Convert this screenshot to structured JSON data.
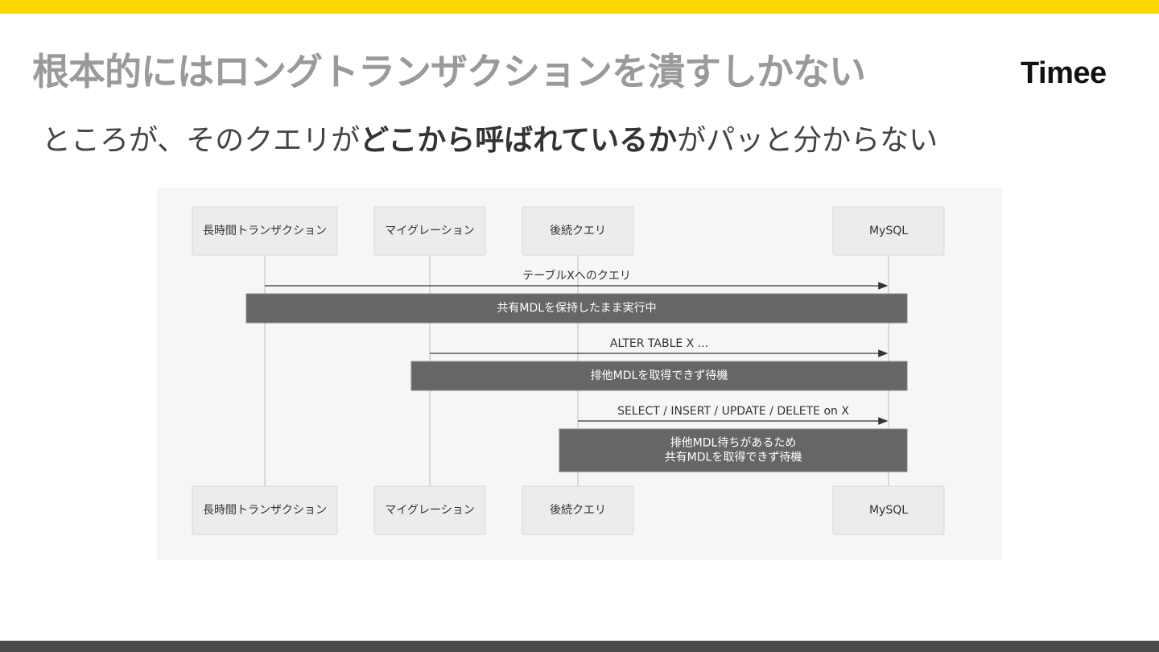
{
  "slide": {
    "title": "根本的にはロングトランザクションを潰すしかない",
    "logo_text": "Timee",
    "subtitle": {
      "part1": "ところが、そのクエリが",
      "emphasis": "どこから呼ばれているか",
      "part2": "がパッと分からない"
    },
    "colors": {
      "accent": "#FFD700",
      "footer": "#4a4a4a",
      "title": "#9a9a9a"
    }
  },
  "diagram": {
    "type": "sequence",
    "participants": [
      {
        "id": "txn",
        "label": "長時間トランザクション"
      },
      {
        "id": "mig",
        "label": "マイグレーション"
      },
      {
        "id": "next",
        "label": "後続クエリ"
      },
      {
        "id": "db",
        "label": "MySQL"
      }
    ],
    "steps": [
      {
        "kind": "message",
        "from": "txn",
        "to": "db",
        "label": "テーブルXへのクエリ"
      },
      {
        "kind": "note",
        "from": "txn",
        "to": "db",
        "lines": [
          "共有MDLを保持したまま実行中"
        ]
      },
      {
        "kind": "message",
        "from": "mig",
        "to": "db",
        "label": "ALTER TABLE X ..."
      },
      {
        "kind": "note",
        "from": "mig",
        "to": "db",
        "lines": [
          "排他MDLを取得できず待機"
        ]
      },
      {
        "kind": "message",
        "from": "next",
        "to": "db",
        "label": "SELECT / INSERT / UPDATE / DELETE on X"
      },
      {
        "kind": "note",
        "from": "next",
        "to": "db",
        "lines": [
          "排他MDL待ちがあるため",
          "共有MDLを取得できず待機"
        ]
      }
    ]
  }
}
